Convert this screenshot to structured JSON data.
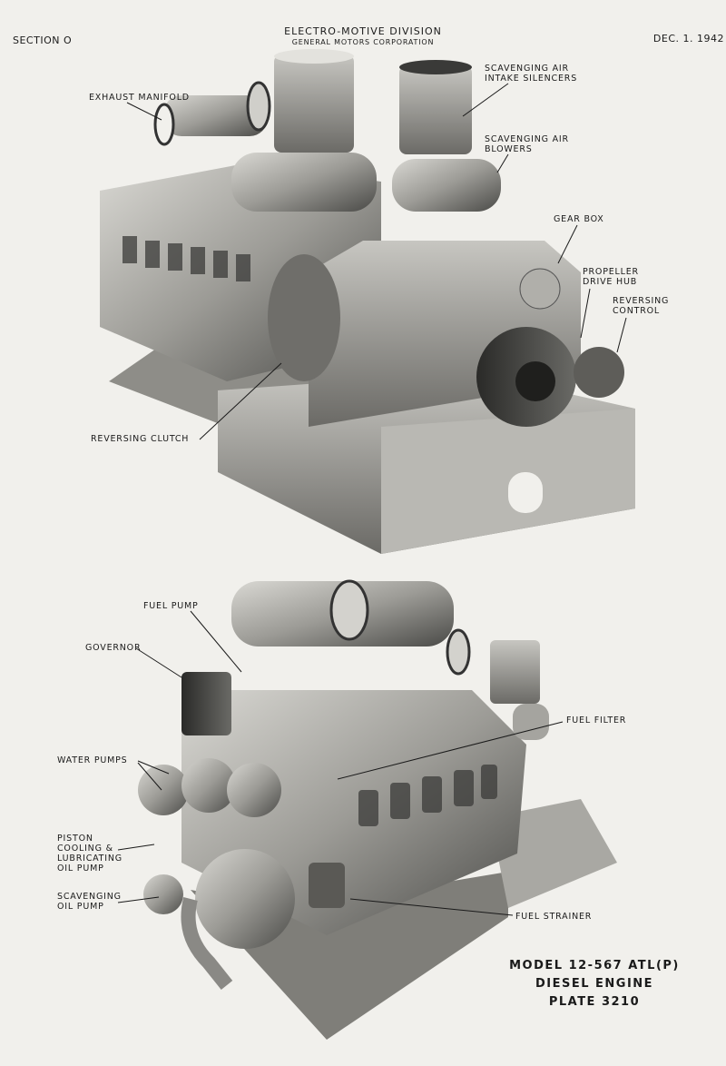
{
  "header": {
    "section": "SECTION O",
    "division": "ELECTRO-MOTIVE DIVISION",
    "corporation": "GENERAL MOTORS CORPORATION",
    "date": "DEC. 1. 1942"
  },
  "top_labels": {
    "exhaust_manifold": "EXHAUST MANIFOLD",
    "intake_silencers_1": "SCAVENGING AIR",
    "intake_silencers_2": "INTAKE SILENCERS",
    "blowers_1": "SCAVENGING AIR",
    "blowers_2": "BLOWERS",
    "gear_box": "GEAR BOX",
    "propeller_hub_1": "PROPELLER",
    "propeller_hub_2": "DRIVE HUB",
    "reversing_control_1": "REVERSING",
    "reversing_control_2": "CONTROL",
    "reversing_clutch": "REVERSING CLUTCH"
  },
  "bottom_labels": {
    "fuel_pump": "FUEL PUMP",
    "governor": "GOVERNOR",
    "fuel_filter": "FUEL FILTER",
    "water_pumps": "WATER PUMPS",
    "piston_cooling_1": "PISTON",
    "piston_cooling_2": "COOLING &",
    "piston_cooling_3": "LUBRICATING",
    "piston_cooling_4": "OIL PUMP",
    "scavenging_oil_1": "SCAVENGING",
    "scavenging_oil_2": "OIL PUMP",
    "fuel_strainer": "FUEL STRAINER"
  },
  "caption": {
    "line1": "MODEL 12-567 ATL(P)",
    "line2": "DIESEL ENGINE",
    "line3": "PLATE 3210"
  }
}
